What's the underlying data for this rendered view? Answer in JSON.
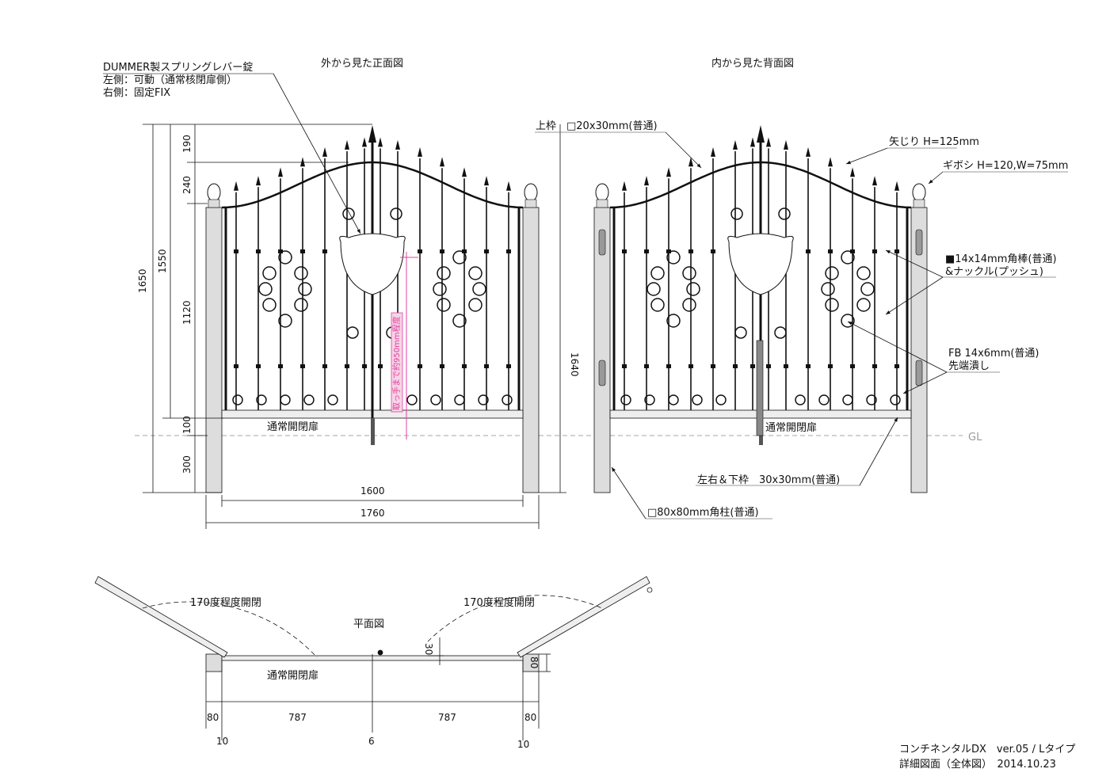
{
  "front_view": {
    "title": "外から見た正面図",
    "lock_note": [
      "DUMMER製スプリングレバー錠",
      "左側：可動（通常核閉扉側）",
      "右側：固定FIX"
    ],
    "door_label": "通常開閉扉",
    "handle_note": "取っ手まで約950mm程度",
    "dims": {
      "d1650": "1650",
      "d1550": "1550",
      "d190": "190",
      "d240": "240",
      "d1120": "1120",
      "d100": "100",
      "d300": "300",
      "d1640": "1640",
      "d1600": "1600",
      "d1760": "1760"
    }
  },
  "back_view": {
    "title": "内から見た背面図",
    "door_label": "通常開閉扉",
    "ground_label": "GL",
    "callouts": {
      "top_frame": "上枠　□20x30mm(普通)",
      "arrowhead": "矢じり H=125mm",
      "finial": "ギボシ H=120,W=75mm",
      "bar1": "■14x14mm角棒(普通)",
      "bar2": "&ナックル(プッシュ)",
      "fb1": "FB 14x6mm(普通)",
      "fb2": "先端潰し",
      "side_frame": "左右＆下枠　30x30mm(普通)",
      "post": "□80x80mm角柱(普通)"
    }
  },
  "plan_view": {
    "title": "平面図",
    "swing_left": "170度程度開閉",
    "swing_right": "170度程度開閉",
    "door_label": "通常開閉扉",
    "dims": {
      "d30": "30",
      "d80v": "80",
      "l80": "80",
      "l787": "787",
      "r787": "787",
      "r80": "80",
      "l10": "10",
      "c6": "6",
      "r10": "10"
    }
  },
  "title_block": {
    "line1": "コンチネンタルDX　ver.05 / Lタイプ",
    "line2": "詳細図面（全体図）　2014.10.23"
  }
}
